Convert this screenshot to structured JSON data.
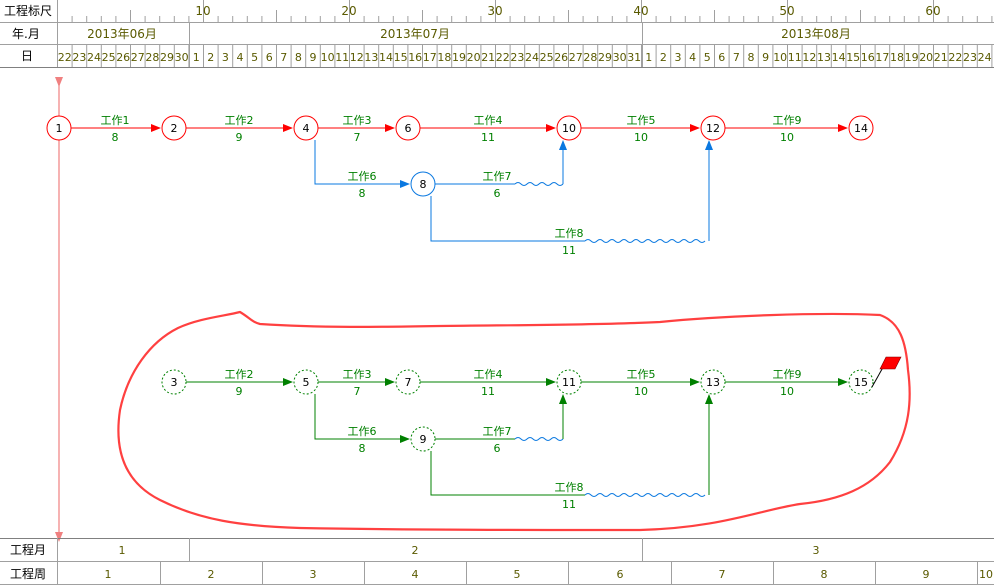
{
  "header": {
    "ruler_label": "工程标尺",
    "yearmonth_label": "年.月",
    "day_label": "日",
    "ruler_ticks": [
      "10",
      "20",
      "30",
      "40",
      "50",
      "60"
    ],
    "months": [
      "2013年06月",
      "2013年07月",
      "2013年08月"
    ],
    "days": [
      "22",
      "23",
      "24",
      "25",
      "26",
      "27",
      "28",
      "29",
      "30",
      "1",
      "2",
      "3",
      "4",
      "5",
      "6",
      "7",
      "8",
      "9",
      "10",
      "11",
      "12",
      "13",
      "14",
      "15",
      "16",
      "17",
      "18",
      "19",
      "20",
      "21",
      "22",
      "23",
      "24",
      "25",
      "26",
      "27",
      "28",
      "29",
      "30",
      "31",
      "1",
      "2",
      "3",
      "4",
      "5",
      "6",
      "7",
      "8",
      "9",
      "10",
      "11",
      "12",
      "13",
      "14",
      "15",
      "16",
      "17",
      "18",
      "19",
      "20",
      "21",
      "22",
      "23",
      "24"
    ]
  },
  "footer": {
    "month_label": "工程月",
    "week_label": "工程周",
    "months": [
      "1",
      "2",
      "3"
    ],
    "weeks": [
      "1",
      "2",
      "3",
      "4",
      "5",
      "6",
      "7",
      "8",
      "9",
      "10"
    ]
  },
  "network_top": {
    "nodes": [
      "1",
      "2",
      "4",
      "6",
      "10",
      "12",
      "14",
      "8"
    ],
    "tasks": [
      {
        "name": "工作1",
        "dur": "8"
      },
      {
        "name": "工作2",
        "dur": "9"
      },
      {
        "name": "工作3",
        "dur": "7"
      },
      {
        "name": "工作4",
        "dur": "11"
      },
      {
        "name": "工作5",
        "dur": "10"
      },
      {
        "name": "工作9",
        "dur": "10"
      },
      {
        "name": "工作6",
        "dur": "8"
      },
      {
        "name": "工作7",
        "dur": "6"
      },
      {
        "name": "工作8",
        "dur": "11"
      }
    ]
  },
  "network_bottom": {
    "nodes": [
      "3",
      "5",
      "7",
      "11",
      "13",
      "15",
      "9"
    ],
    "tasks": [
      {
        "name": "工作2",
        "dur": "9"
      },
      {
        "name": "工作3",
        "dur": "7"
      },
      {
        "name": "工作4",
        "dur": "11"
      },
      {
        "name": "工作5",
        "dur": "10"
      },
      {
        "name": "工作9",
        "dur": "10"
      },
      {
        "name": "工作6",
        "dur": "8"
      },
      {
        "name": "工作7",
        "dur": "6"
      },
      {
        "name": "工作8",
        "dur": "11"
      }
    ]
  },
  "colors": {
    "critical": "#ff0000",
    "noncritical": "#0a78e0",
    "copy": "#008000",
    "header_text": "#5a5a00",
    "grid": "#808080",
    "annotation": "#ff4040",
    "timeline": "#f08080"
  }
}
